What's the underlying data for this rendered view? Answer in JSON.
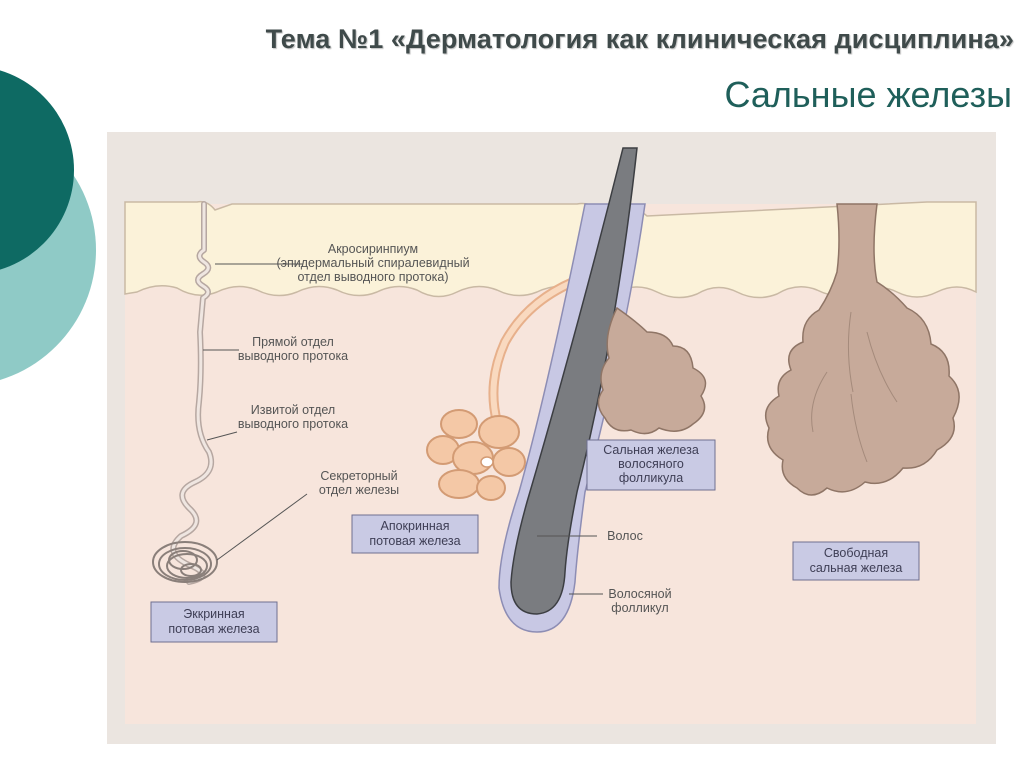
{
  "title": "Тема №1 «Дерматология как клиническая дисциплина»",
  "subtitle": "Сальные железы",
  "colors": {
    "decor_dark": "#0e6a63",
    "decor_light": "#8fcac6",
    "epidermis": "#fbf2d9",
    "dermis": "#f7e5dc",
    "figure_bg": "#ebe5e0",
    "sebaceous": "#c7aa9a",
    "follicle": "#c8c8e4",
    "hair": "#7a7c80",
    "label_box": "#c9cae4",
    "apocrine": "#f4c8a6"
  },
  "figure": {
    "labels": {
      "acrosyringium": [
        "Акросиринпиум",
        "(эпидермальный спиралевидный",
        "отдел выводного протока)"
      ],
      "straight_duct": [
        "Прямой отдел",
        "выводного протока"
      ],
      "coiled_duct": [
        "Извитой отдел",
        "выводного протока"
      ],
      "secretory": [
        "Секреторный",
        "отдел железы"
      ],
      "hair": [
        "Волос"
      ],
      "hair_follicle": [
        "Волосяной",
        "фолликул"
      ]
    },
    "boxes": {
      "eccrine": [
        "Эккринная",
        "потовая железа"
      ],
      "apocrine": [
        "Апокринная",
        "потовая железа"
      ],
      "follicular_sebaceous": [
        "Сальная железа",
        "волосяного",
        "фолликула"
      ],
      "free_sebaceous": [
        "Свободная",
        "сальная железа"
      ]
    }
  }
}
